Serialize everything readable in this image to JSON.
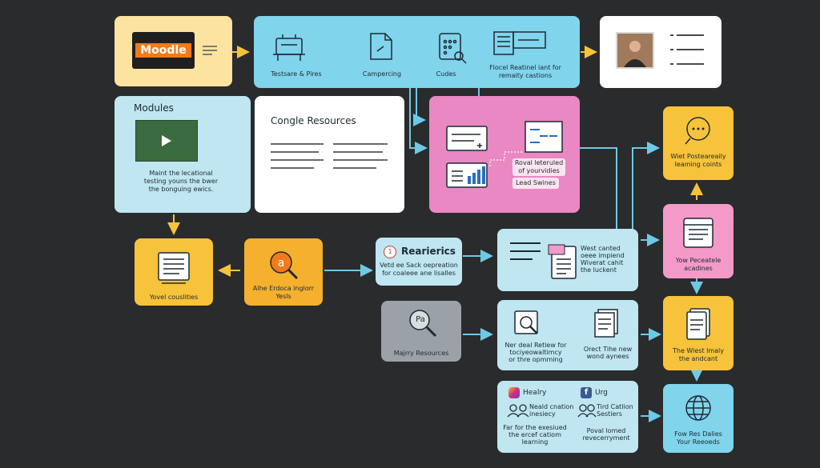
{
  "header": {
    "moodle_logo": "Moodle",
    "tool_labels": [
      "Testsare & Pires",
      "Campercing",
      "Cudes",
      "Flocel Reatinel iant for",
      "remaity castions"
    ]
  },
  "modules": {
    "title": "Modules",
    "desc": [
      "Maint the lecational",
      "testing youns the bwer",
      "the bonguing ewics."
    ]
  },
  "congle": {
    "title": "Congle Resources"
  },
  "pink_box": {
    "label": [
      "Roval leteruled",
      "of yourvidies"
    ],
    "button": "Lead Swines"
  },
  "right_column": {
    "b1": [
      "Wiet Posteareaily",
      "leaming coints"
    ],
    "b2": [
      "Yow Peceatele",
      "acadines"
    ],
    "b3": [
      "The Wiest lmaly",
      "the andcant"
    ],
    "b4": [
      "Fow Res Dalies",
      "Your Reeoeds"
    ]
  },
  "mid_left": {
    "yellow_label": "Yovel couslities",
    "orange_label": [
      "Alhe Erdoca inglorr",
      "Yesls"
    ]
  },
  "rearierics": {
    "title": "Rearierics",
    "num": "1",
    "desc": [
      "Vetd ee Sack oepreation",
      "for coaleee ane lisalles"
    ]
  },
  "west_box": {
    "text": [
      "West canted",
      "oeee impiend",
      "Wiverat cahit",
      "the luckent"
    ]
  },
  "majry": {
    "label": "Majrry Resources",
    "icon_text": "Pa"
  },
  "nerdeal": {
    "left": [
      "Ner deal Retiew for",
      "tociyeowaltimcy",
      "or thre opmming"
    ],
    "right": [
      "Orect Tihe new",
      "wond aynees"
    ]
  },
  "social": {
    "instagram": "Healry",
    "facebook": "Urg",
    "people_left": [
      "Neald cnation",
      "inesiecy"
    ],
    "people_right": [
      "Tird Catlion",
      "Sestiers"
    ],
    "bottom_left": [
      "Far for the exesiued",
      "the ercef catiom",
      "learning"
    ],
    "bottom_right": [
      "Poval lomed",
      "revecerryment"
    ]
  },
  "colors": {
    "background": "#2a2b2d",
    "arrow": "#6ec9e6",
    "arrow_yellow": "#f7c33a",
    "moodle_orange": "#f27a1a"
  }
}
